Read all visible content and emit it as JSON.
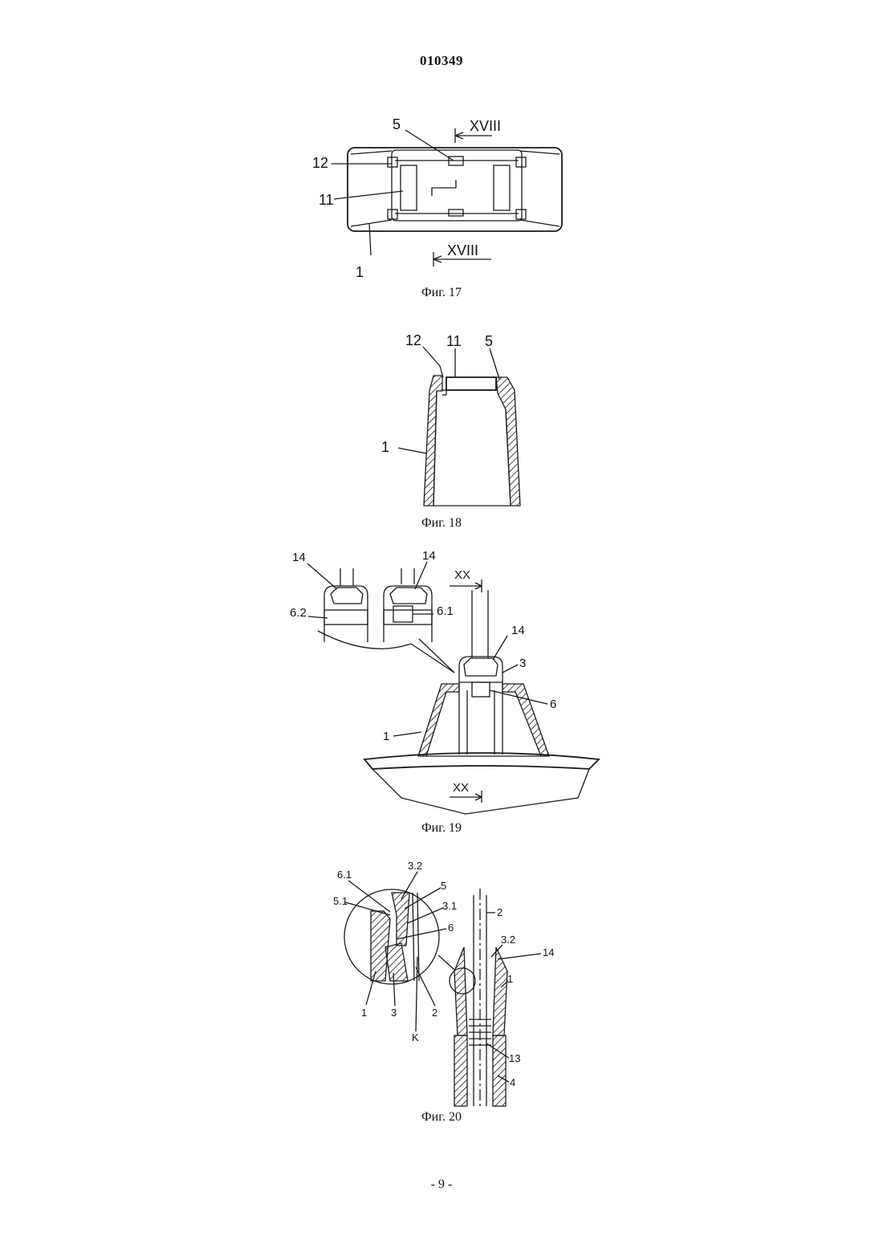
{
  "document": {
    "number": "010349",
    "page_footer": "- 9 -"
  },
  "figures": [
    {
      "caption": "Фиг. 17",
      "labels": {
        "l5": "5",
        "l12": "12",
        "l11": "11",
        "l1": "1",
        "sec_top": "XVIII",
        "sec_bot": "XVIII"
      }
    },
    {
      "caption": "Фиг. 18",
      "labels": {
        "l12": "12",
        "l11": "11",
        "l5": "5",
        "l1": "1"
      }
    },
    {
      "caption": "Фиг. 19",
      "labels": {
        "l14a": "14",
        "l14b": "14",
        "l62": "6.2",
        "l61": "6.1",
        "sec_top": "XX",
        "l14c": "14",
        "l3": "3",
        "l6": "6",
        "l1": "1",
        "sec_bot": "XX"
      }
    },
    {
      "caption": "Фиг. 20",
      "labels": {
        "l61": "6.1",
        "l32a": "3.2",
        "l5": "5",
        "l51": "5.1",
        "l31": "3.1",
        "l6": "6",
        "l1": "1",
        "l3": "3",
        "l2a": "2",
        "lK": "K",
        "l2b": "2",
        "l32b": "3.2",
        "l14": "14",
        "l1b": "1",
        "l13": "13",
        "l4": "4"
      }
    }
  ]
}
